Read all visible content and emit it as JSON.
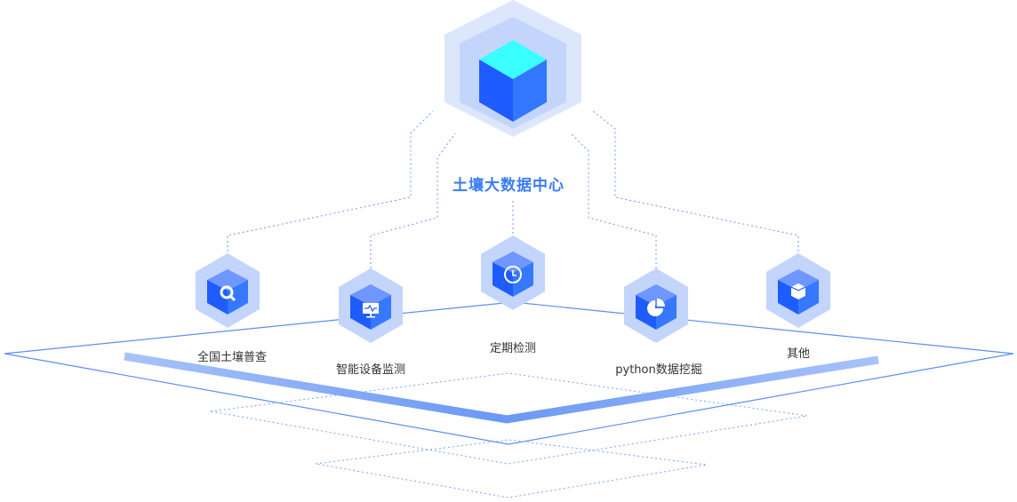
{
  "center": {
    "title": "土壤大数据中心",
    "icon": "cube-icon"
  },
  "nodes": [
    {
      "label": "全国土壤普查",
      "icon": "search-icon"
    },
    {
      "label": "智能设备监测",
      "icon": "monitor-icon"
    },
    {
      "label": "定期检测",
      "icon": "clock-icon"
    },
    {
      "label": "python数据挖掘",
      "icon": "pie-chart-icon"
    },
    {
      "label": "其他",
      "icon": "box-icon"
    }
  ],
  "colors": {
    "primary": "#2f6bff",
    "accent": "#3affff",
    "hex_outer": "#dde7fc",
    "hex_inner": "#c3d5fb",
    "line": "#5d8ef5"
  }
}
